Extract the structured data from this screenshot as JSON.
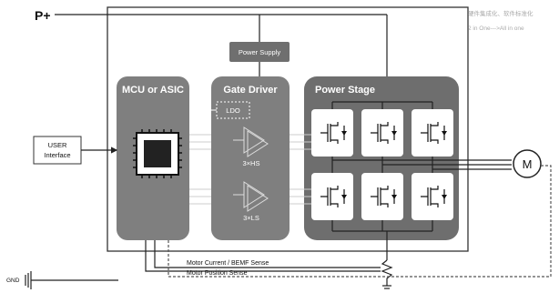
{
  "title_note": {
    "line1": "硬件集成化、软件标准化",
    "line2": "2 in One--->All in one"
  },
  "rails": {
    "p_plus": "P+",
    "gnd": "GND"
  },
  "blocks": {
    "power_supply": "Power Supply",
    "mcu": "MCU or ASIC",
    "gate_driver": "Gate Driver",
    "ldo": "LDO",
    "power_stage": "Power Stage",
    "user_interface": [
      "USER",
      "Interface"
    ],
    "hs": "3×HS",
    "ls": "3×LS",
    "motor": "M"
  },
  "signals": {
    "motor_current": "Motor Current / BEMF Sense",
    "motor_position": "Motor Position Sense"
  },
  "colors": {
    "block_fill": "#7f7f7f",
    "power_stage_fill": "#6e6e6e",
    "mosfet_box": "#ffffff",
    "line": "#222222",
    "dashed": "#555555"
  }
}
